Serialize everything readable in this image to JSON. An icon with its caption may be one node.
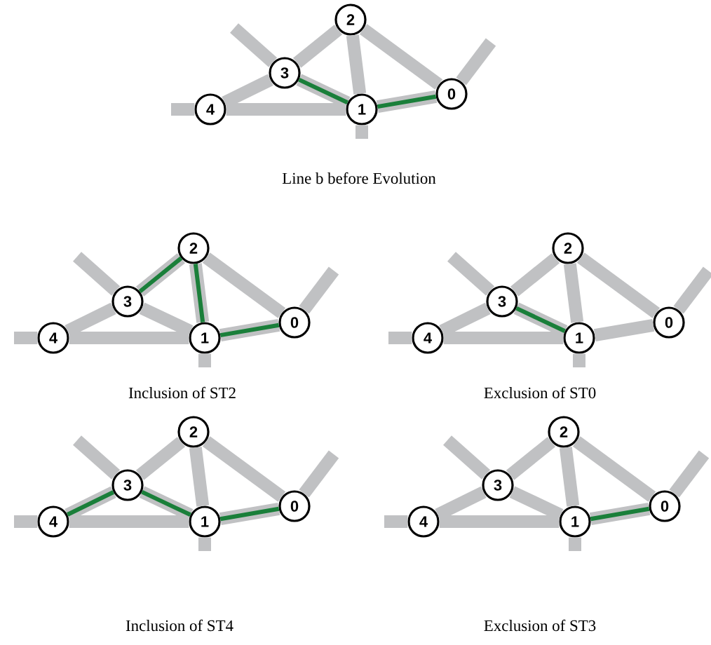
{
  "diagram": {
    "nodes": [
      {
        "text": [
          "2"
        ]
      },
      {
        "text": [
          "3"
        ]
      },
      {
        "text": [
          "0"
        ]
      },
      {
        "text": [
          "1"
        ]
      },
      {
        "text": [
          "4"
        ]
      },
      {
        "text": [
          "2"
        ]
      },
      {
        "text": [
          "3"
        ]
      },
      {
        "text": [
          "0"
        ]
      },
      {
        "text": [
          "1"
        ]
      },
      {
        "text": [
          "4"
        ]
      },
      {
        "text": [
          "2"
        ]
      },
      {
        "text": [
          "3"
        ]
      },
      {
        "text": [
          "0"
        ]
      },
      {
        "text": [
          "1"
        ]
      },
      {
        "text": [
          "4"
        ]
      },
      {
        "text": [
          "2"
        ]
      },
      {
        "text": [
          "3"
        ]
      },
      {
        "text": [
          "0"
        ]
      },
      {
        "text": [
          "1"
        ]
      },
      {
        "text": [
          "4"
        ]
      },
      {
        "text": [
          "2"
        ]
      },
      {
        "text": [
          "3"
        ]
      },
      {
        "text": [
          "0"
        ]
      },
      {
        "text": [
          "1"
        ]
      },
      {
        "text": [
          "4"
        ]
      }
    ],
    "edges": [
      {
        "from": 1,
        "to": 0,
        "arrow": "none"
      },
      {
        "from": 0,
        "to": 2,
        "arrow": "none"
      },
      {
        "from": 0,
        "to": 3,
        "arrow": "none"
      },
      {
        "from": 1,
        "to": 3,
        "arrow": "none"
      },
      {
        "from": 4,
        "to": 1,
        "arrow": "none"
      },
      {
        "from": 4,
        "to": 3,
        "arrow": "none"
      },
      {
        "from": 3,
        "to": 2,
        "arrow": "none"
      },
      {
        "from": 1,
        "to": null,
        "arrow": "none"
      },
      {
        "from": 2,
        "to": null,
        "arrow": "none"
      },
      {
        "from": 3,
        "to": null,
        "arrow": "none"
      },
      {
        "from": 4,
        "to": null,
        "arrow": "none"
      },
      {
        "from": 1,
        "to": 3,
        "arrow": "none",
        "color": "#1a7f3a"
      },
      {
        "from": 3,
        "to": 2,
        "arrow": "none",
        "color": "#1a7f3a"
      },
      {
        "from": 6,
        "to": 5,
        "arrow": "none"
      },
      {
        "from": 5,
        "to": 7,
        "arrow": "none"
      },
      {
        "from": 5,
        "to": 8,
        "arrow": "none"
      },
      {
        "from": 6,
        "to": 8,
        "arrow": "none"
      },
      {
        "from": 9,
        "to": 6,
        "arrow": "none"
      },
      {
        "from": 9,
        "to": 8,
        "arrow": "none"
      },
      {
        "from": 8,
        "to": 7,
        "arrow": "none"
      },
      {
        "from": 6,
        "to": null,
        "arrow": "none"
      },
      {
        "from": 7,
        "to": null,
        "arrow": "none"
      },
      {
        "from": 8,
        "to": null,
        "arrow": "none"
      },
      {
        "from": 9,
        "to": null,
        "arrow": "none"
      },
      {
        "from": 6,
        "to": 5,
        "arrow": "none",
        "color": "#1a7f3a"
      },
      {
        "from": 5,
        "to": 8,
        "arrow": "none",
        "color": "#1a7f3a"
      },
      {
        "from": 8,
        "to": 7,
        "arrow": "none",
        "color": "#1a7f3a"
      },
      {
        "from": 11,
        "to": 10,
        "arrow": "none"
      },
      {
        "from": 10,
        "to": 12,
        "arrow": "none"
      },
      {
        "from": 10,
        "to": 13,
        "arrow": "none"
      },
      {
        "from": 11,
        "to": 13,
        "arrow": "none"
      },
      {
        "from": 14,
        "to": 11,
        "arrow": "none"
      },
      {
        "from": 14,
        "to": 13,
        "arrow": "none"
      },
      {
        "from": 13,
        "to": 12,
        "arrow": "none"
      },
      {
        "from": 11,
        "to": null,
        "arrow": "none"
      },
      {
        "from": 12,
        "to": null,
        "arrow": "none"
      },
      {
        "from": 13,
        "to": null,
        "arrow": "none"
      },
      {
        "from": 14,
        "to": null,
        "arrow": "none"
      },
      {
        "from": 11,
        "to": 13,
        "arrow": "none",
        "color": "#1a7f3a"
      },
      {
        "from": 16,
        "to": 15,
        "arrow": "none"
      },
      {
        "from": 15,
        "to": 17,
        "arrow": "none"
      },
      {
        "from": 15,
        "to": 18,
        "arrow": "none"
      },
      {
        "from": 16,
        "to": 18,
        "arrow": "none"
      },
      {
        "from": 19,
        "to": 16,
        "arrow": "none"
      },
      {
        "from": 19,
        "to": 18,
        "arrow": "none"
      },
      {
        "from": 18,
        "to": 17,
        "arrow": "none"
      },
      {
        "from": 16,
        "to": null,
        "arrow": "none"
      },
      {
        "from": 17,
        "to": null,
        "arrow": "none"
      },
      {
        "from": 18,
        "to": null,
        "arrow": "none"
      },
      {
        "from": 19,
        "to": null,
        "arrow": "none"
      },
      {
        "from": 19,
        "to": 16,
        "arrow": "none",
        "color": "#1a7f3a"
      },
      {
        "from": 16,
        "to": 18,
        "arrow": "none",
        "color": "#1a7f3a"
      },
      {
        "from": 18,
        "to": 17,
        "arrow": "none",
        "color": "#1a7f3a"
      },
      {
        "from": 21,
        "to": 20,
        "arrow": "none"
      },
      {
        "from": 20,
        "to": 22,
        "arrow": "none"
      },
      {
        "from": 20,
        "to": 23,
        "arrow": "none"
      },
      {
        "from": 21,
        "to": 23,
        "arrow": "none"
      },
      {
        "from": 24,
        "to": 21,
        "arrow": "none"
      },
      {
        "from": 24,
        "to": 23,
        "arrow": "none"
      },
      {
        "from": 23,
        "to": 22,
        "arrow": "none"
      },
      {
        "from": 21,
        "to": null,
        "arrow": "none"
      },
      {
        "from": 22,
        "to": null,
        "arrow": "none"
      },
      {
        "from": 23,
        "to": null,
        "arrow": "none"
      },
      {
        "from": 24,
        "to": null,
        "arrow": "none"
      },
      {
        "from": 23,
        "to": 22,
        "arrow": "none",
        "color": "#1a7f3a"
      }
    ],
    "labels": [
      "Line b before Evolution",
      "Inclusion of ST2",
      "Exclusion of ST0",
      "Inclusion of ST4",
      "Exclusion of ST3"
    ]
  }
}
